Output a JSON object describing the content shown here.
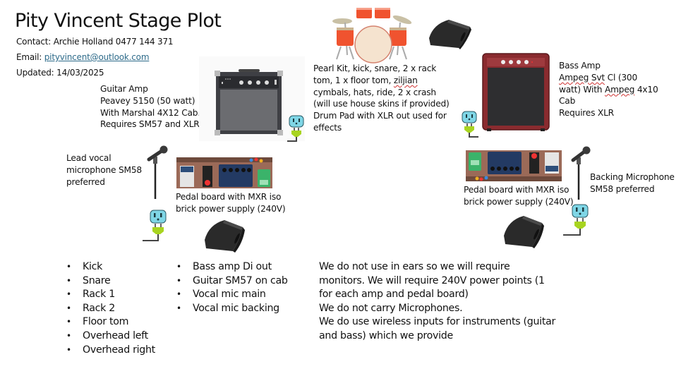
{
  "header": {
    "title": "Pity Vincent Stage Plot",
    "contact": "Contact: Archie Holland 0477 144 371",
    "email_label": "Email: ",
    "email": "pityvincent@outlook.com",
    "updated": "Updated: 14/03/2025"
  },
  "guitar_amp": {
    "lines": [
      "Guitar Amp",
      "Peavey 5150 (50 watt)",
      "With Marshal 4X12 Cab.",
      "Requires SM57 and XLR"
    ]
  },
  "drums": {
    "line1": "Pearl Kit, kick, snare, 2 x rack",
    "line2_pre": "tom, 1 x floor tom, ",
    "line2_misspelled": "ziljian",
    "line3": "cymbals, hats, ride, 2 x crash",
    "line4": "(will use house skins if provided)",
    "line5": "Drum Pad with XLR out used for",
    "line6": "effects"
  },
  "bass_amp": {
    "line1": "Bass Amp",
    "line2_a": "Ampeg Svt",
    "line2_b": " Cl (300",
    "line3_a": "watt) With ",
    "line3_b": "Ampeg",
    "line3_c": " 4x10",
    "line4": "Cab",
    "line5": "Requires XLR"
  },
  "lead_vocal": {
    "lines": [
      "Lead vocal",
      "microphone SM58",
      "preferred"
    ]
  },
  "backing_vocal": {
    "lines": [
      "Backing Microphone",
      "SM58 preferred"
    ]
  },
  "pedalboard_left": {
    "lines": [
      "Pedal board with MXR iso",
      "brick power supply (240V)"
    ]
  },
  "pedalboard_right": {
    "lines": [
      "Pedal board with MXR iso",
      "brick power supply (240V)"
    ]
  },
  "inputs_drums": [
    "Kick",
    "Snare",
    "Rack 1",
    "Rack 2",
    "Floor tom",
    "Overhead left",
    "Overhead right"
  ],
  "inputs_other": [
    "Bass amp Di out",
    "Guitar SM57 on  cab",
    "Vocal mic main",
    "Vocal mic backing"
  ],
  "notes": [
    "We do not use in ears so we will require",
    "monitors. We will require 240V power points (1",
    "for each amp and pedal board)",
    "We do not carry Microphones.",
    "We do use wireless inputs for instruments (guitar",
    "and bass) which we provide"
  ],
  "colors": {
    "drum_shell": "#f0532f",
    "kick_head": "#f5e3cf",
    "bass_amp": "#8a2b2f",
    "guitar_amp": "#3e3f44",
    "outlet": "#7fd6e6",
    "plug": "#a8d420",
    "monitor": "#2a2a2a",
    "link": "#2e6b8a"
  },
  "icons": {
    "drum_kit": "drum-kit-icon",
    "monitor": "stage-monitor-icon",
    "guitar_amp": "guitar-amp-icon",
    "bass_amp": "bass-amp-icon",
    "mic": "microphone-stand-icon",
    "power": "power-outlet-icon",
    "pedalboard": "pedalboard-icon"
  }
}
